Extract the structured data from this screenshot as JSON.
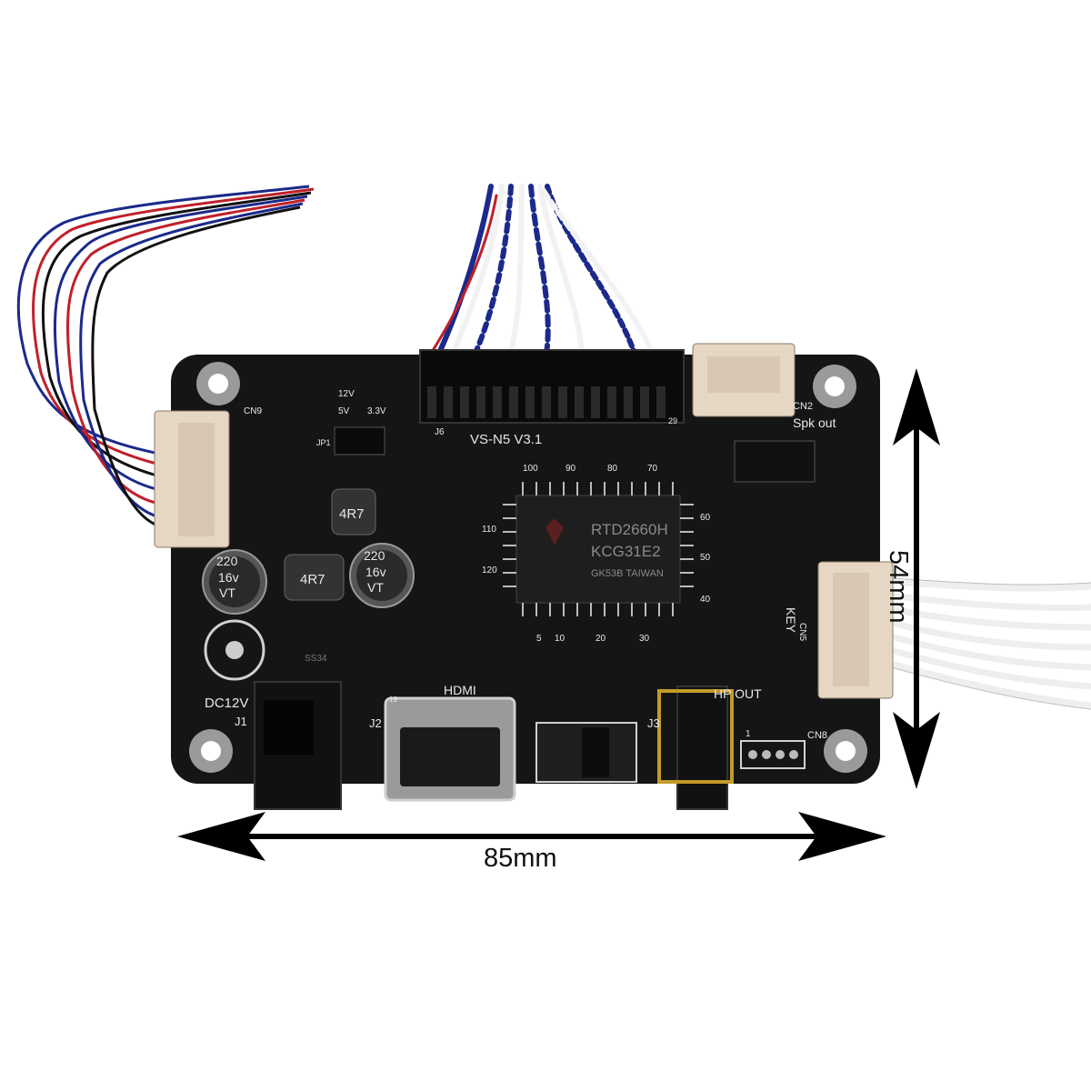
{
  "image": {
    "background_color": "#ffffff",
    "pcb_color": "#151515",
    "silkscreen_color": "#e8e8e8",
    "connector_color": "#e6d6c4",
    "wire_colors": [
      "#1b2a8a",
      "#c0202a",
      "#f2f2f2",
      "#111111"
    ]
  },
  "dimensions": {
    "width_label": "85mm",
    "height_label": "54mm"
  },
  "board": {
    "model": "VS-N5 V3.1",
    "chip_line1": "RTD2660H",
    "chip_line2": "KCG31E2",
    "chip_line3": "GK53B TAIWAN",
    "chip_pins": [
      "100",
      "90",
      "80",
      "70",
      "60",
      "50",
      "40",
      "5",
      "10",
      "20",
      "30",
      "110",
      "120"
    ],
    "labels": {
      "dc": "DC12V",
      "j1": "J1",
      "j2": "J2",
      "j3": "J3",
      "j6": "J6",
      "jp1": "JP1",
      "hdmi": "HDMI",
      "hp_out": "HP OUT",
      "spk_out": "Spk out",
      "cn2": "CN2",
      "cn5": "CN5",
      "cn8": "CN8",
      "cn9": "CN9",
      "key": "KEY",
      "v12": "12V",
      "v5": "5V",
      "v33": "3.3V",
      "pin29": "29",
      "pin19": "19",
      "pin1": "1",
      "ss34": "SS34"
    },
    "capacitor": {
      "value": "220",
      "voltage": "16v",
      "type": "VT"
    },
    "inductor": "4R7"
  }
}
